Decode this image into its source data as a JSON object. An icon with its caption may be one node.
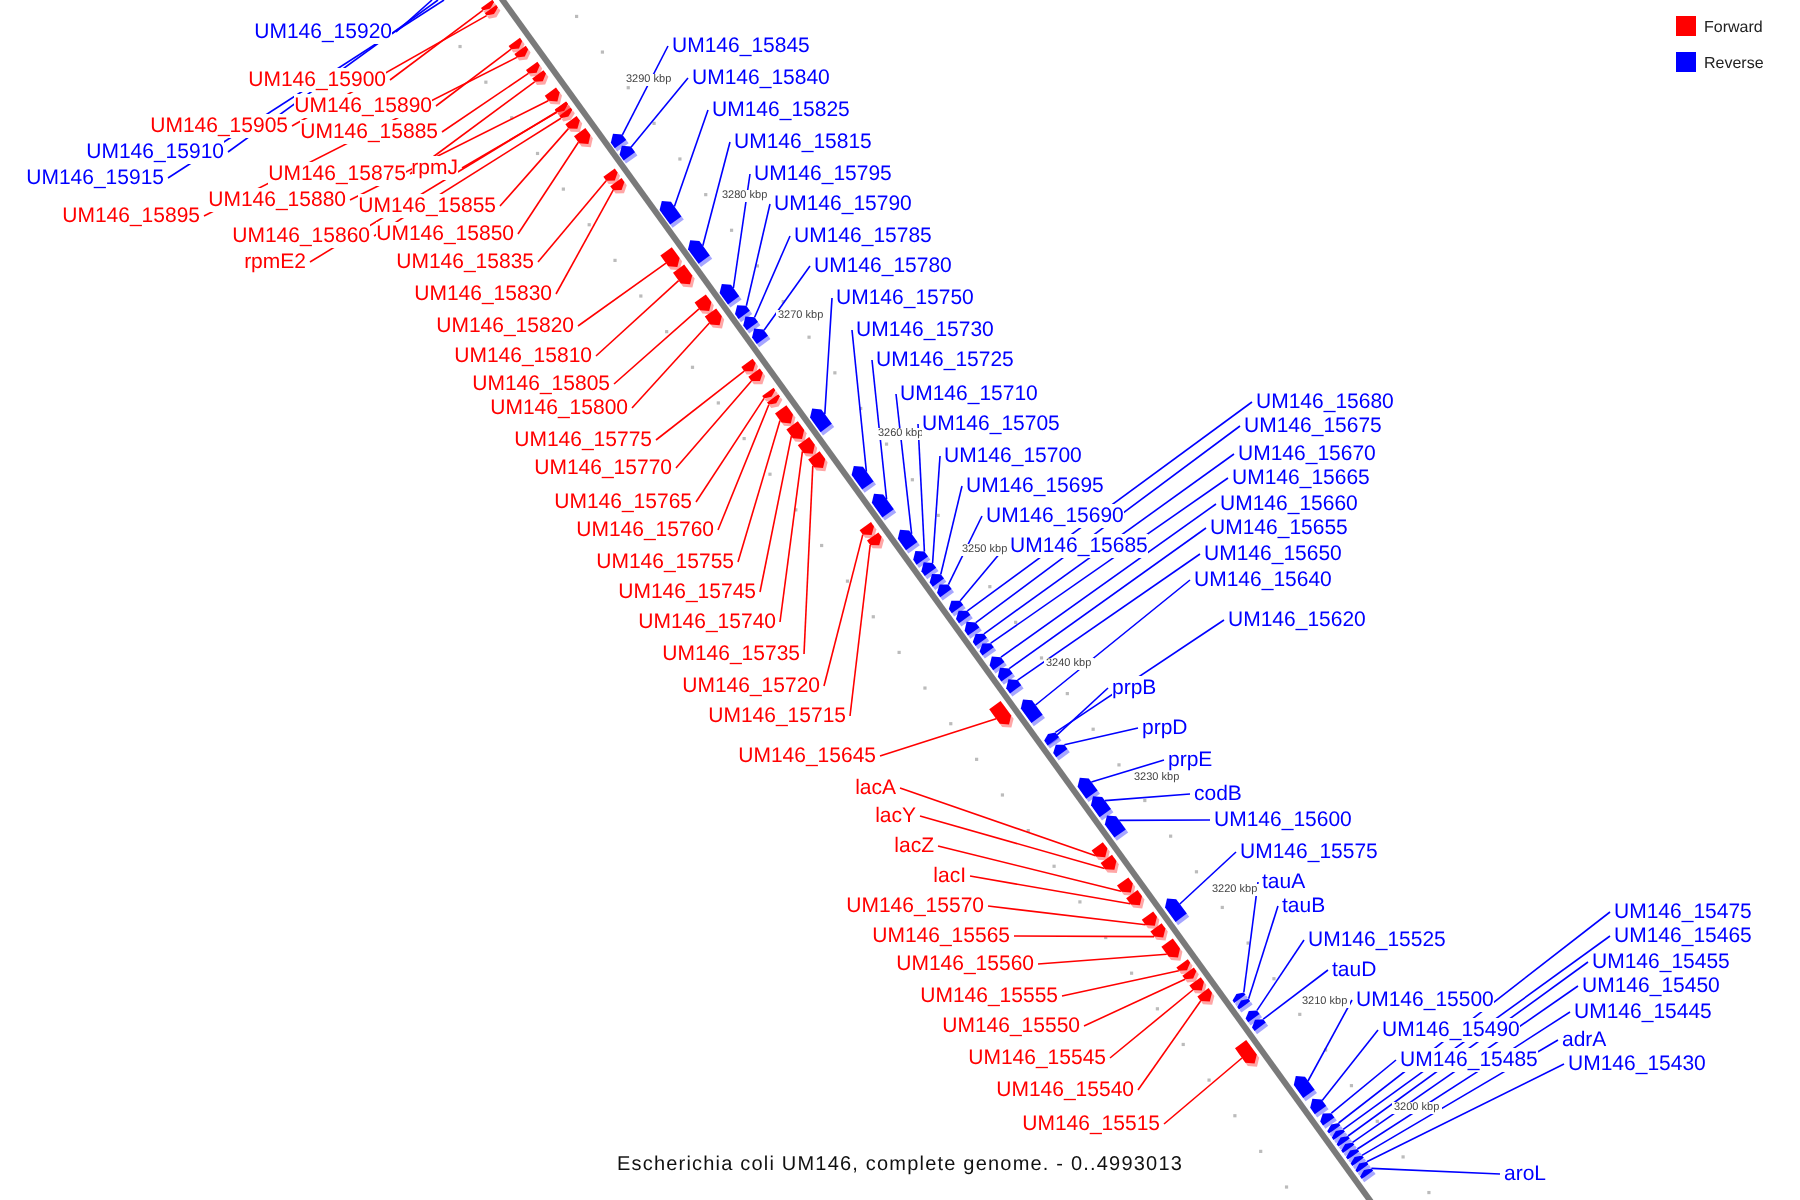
{
  "diagram": {
    "caption": "Escherichia coli UM146, complete genome. - 0..4993013",
    "nodes": [
      {
        "text": [
          "UM146_15920"
        ]
      },
      {
        "text": [
          "UM146_15900"
        ]
      },
      {
        "text": [
          "UM146_15890"
        ]
      },
      {
        "text": [
          "UM146_15905"
        ]
      },
      {
        "text": [
          "UM146_15885"
        ]
      },
      {
        "text": [
          "UM146_15910"
        ]
      },
      {
        "text": [
          "UM146_15915"
        ]
      },
      {
        "text": [
          "UM146_15875"
        ]
      },
      {
        "text": [
          "rpmJ"
        ]
      },
      {
        "text": [
          "UM146_15895"
        ]
      },
      {
        "text": [
          "UM146_15880"
        ]
      },
      {
        "text": [
          "UM146_15855"
        ]
      },
      {
        "text": [
          "UM146_15860"
        ]
      },
      {
        "text": [
          "UM146_15850"
        ]
      },
      {
        "text": [
          "rpmE2"
        ]
      },
      {
        "text": [
          "UM146_15835"
        ]
      },
      {
        "text": [
          "UM146_15830"
        ]
      },
      {
        "text": [
          "UM146_15820"
        ]
      },
      {
        "text": [
          "UM146_15810"
        ]
      },
      {
        "text": [
          "UM146_15805"
        ]
      },
      {
        "text": [
          "UM146_15800"
        ]
      },
      {
        "text": [
          "UM146_15775"
        ]
      },
      {
        "text": [
          "UM146_15770"
        ]
      },
      {
        "text": [
          "UM146_15765"
        ]
      },
      {
        "text": [
          "UM146_15760"
        ]
      },
      {
        "text": [
          "UM146_15755"
        ]
      },
      {
        "text": [
          "UM146_15745"
        ]
      },
      {
        "text": [
          "UM146_15740"
        ]
      },
      {
        "text": [
          "UM146_15735"
        ]
      },
      {
        "text": [
          "UM146_15720"
        ]
      },
      {
        "text": [
          "UM146_15715"
        ]
      },
      {
        "text": [
          "UM146_15645"
        ]
      },
      {
        "text": [
          "lacA"
        ]
      },
      {
        "text": [
          "lacY"
        ]
      },
      {
        "text": [
          "lacZ"
        ]
      },
      {
        "text": [
          "lacI"
        ]
      },
      {
        "text": [
          "UM146_15570"
        ]
      },
      {
        "text": [
          "UM146_15565"
        ]
      },
      {
        "text": [
          "UM146_15560"
        ]
      },
      {
        "text": [
          "UM146_15555"
        ]
      },
      {
        "text": [
          "UM146_15550"
        ]
      },
      {
        "text": [
          "UM146_15545"
        ]
      },
      {
        "text": [
          "UM146_15540"
        ]
      },
      {
        "text": [
          "UM146_15515"
        ]
      },
      {
        "text": [
          "UM146_15845"
        ]
      },
      {
        "text": [
          "UM146_15840"
        ]
      },
      {
        "text": [
          "UM146_15825"
        ]
      },
      {
        "text": [
          "UM146_15815"
        ]
      },
      {
        "text": [
          "UM146_15795"
        ]
      },
      {
        "text": [
          "UM146_15790"
        ]
      },
      {
        "text": [
          "UM146_15785"
        ]
      },
      {
        "text": [
          "UM146_15780"
        ]
      },
      {
        "text": [
          "UM146_15750"
        ]
      },
      {
        "text": [
          "UM146_15730"
        ]
      },
      {
        "text": [
          "UM146_15725"
        ]
      },
      {
        "text": [
          "UM146_15710"
        ]
      },
      {
        "text": [
          "UM146_15705"
        ]
      },
      {
        "text": [
          "UM146_15700"
        ]
      },
      {
        "text": [
          "UM146_15695"
        ]
      },
      {
        "text": [
          "UM146_15690"
        ]
      },
      {
        "text": [
          "UM146_15685"
        ]
      },
      {
        "text": [
          "UM146_15680"
        ]
      },
      {
        "text": [
          "UM146_15675"
        ]
      },
      {
        "text": [
          "UM146_15670"
        ]
      },
      {
        "text": [
          "UM146_15665"
        ]
      },
      {
        "text": [
          "UM146_15660"
        ]
      },
      {
        "text": [
          "UM146_15655"
        ]
      },
      {
        "text": [
          "UM146_15650"
        ]
      },
      {
        "text": [
          "UM146_15640"
        ]
      },
      {
        "text": [
          "UM146_15620"
        ]
      },
      {
        "text": [
          "prpB"
        ]
      },
      {
        "text": [
          "prpD"
        ]
      },
      {
        "text": [
          "prpE"
        ]
      },
      {
        "text": [
          "codB"
        ]
      },
      {
        "text": [
          "UM146_15600"
        ]
      },
      {
        "text": [
          "UM146_15575"
        ]
      },
      {
        "text": [
          "tauA"
        ]
      },
      {
        "text": [
          "tauB"
        ]
      },
      {
        "text": [
          "UM146_15525"
        ]
      },
      {
        "text": [
          "tauD"
        ]
      },
      {
        "text": [
          "UM146_15500"
        ]
      },
      {
        "text": [
          "UM146_15490"
        ]
      },
      {
        "text": [
          "UM146_15485"
        ]
      },
      {
        "text": [
          "UM146_15475"
        ]
      },
      {
        "text": [
          "UM146_15465"
        ]
      },
      {
        "text": [
          "UM146_15455"
        ]
      },
      {
        "text": [
          "UM146_15450"
        ]
      },
      {
        "text": [
          "UM146_15445"
        ]
      },
      {
        "text": [
          "adrA"
        ]
      },
      {
        "text": [
          "UM146_15430"
        ]
      },
      {
        "text": [
          "aroL"
        ]
      },
      {
        "text": [],
        "shape": "box"
      },
      {
        "text": [],
        "shape": "box"
      },
      {
        "text": [],
        "shape": "box"
      },
      {
        "text": [],
        "shape": "box"
      },
      {
        "text": [],
        "shape": "box"
      },
      {
        "text": [],
        "shape": "box"
      },
      {
        "text": [],
        "shape": "box"
      },
      {
        "text": [],
        "shape": "box"
      },
      {
        "text": [],
        "shape": "box"
      },
      {
        "text": [],
        "shape": "box"
      },
      {
        "text": [],
        "shape": "box"
      },
      {
        "text": [],
        "shape": "box"
      },
      {
        "text": [],
        "shape": "box"
      },
      {
        "text": [],
        "shape": "box"
      },
      {
        "text": [],
        "shape": "box"
      },
      {
        "text": [],
        "shape": "box"
      },
      {
        "text": [],
        "shape": "box"
      },
      {
        "text": [],
        "shape": "box"
      },
      {
        "text": [],
        "shape": "box"
      },
      {
        "text": [],
        "shape": "box"
      },
      {
        "text": [],
        "shape": "box"
      },
      {
        "text": [],
        "shape": "box"
      },
      {
        "text": [],
        "shape": "box"
      },
      {
        "text": [],
        "shape": "box"
      },
      {
        "text": [],
        "shape": "box"
      },
      {
        "text": [],
        "shape": "box"
      },
      {
        "text": [],
        "shape": "box"
      },
      {
        "text": [],
        "shape": "box"
      },
      {
        "text": [],
        "shape": "box"
      },
      {
        "text": [],
        "shape": "box"
      },
      {
        "text": [],
        "shape": "box"
      },
      {
        "text": [],
        "shape": "box"
      },
      {
        "text": [],
        "shape": "box"
      },
      {
        "text": [],
        "shape": "box"
      },
      {
        "text": [],
        "shape": "box"
      },
      {
        "text": [],
        "shape": "box"
      },
      {
        "text": [],
        "shape": "box"
      },
      {
        "text": [],
        "shape": "box"
      },
      {
        "text": [],
        "shape": "box"
      },
      {
        "text": [],
        "shape": "box"
      },
      {
        "text": [],
        "shape": "box"
      },
      {
        "text": [],
        "shape": "box"
      },
      {
        "text": [],
        "shape": "box"
      },
      {
        "text": [],
        "shape": "box"
      },
      {
        "text": [],
        "shape": "box"
      },
      {
        "text": [],
        "shape": "box"
      },
      {
        "text": [],
        "shape": "box"
      },
      {
        "text": [],
        "shape": "box"
      },
      {
        "text": [],
        "shape": "box"
      },
      {
        "text": [],
        "shape": "box"
      },
      {
        "text": [],
        "shape": "box"
      },
      {
        "text": [],
        "shape": "box"
      },
      {
        "text": [],
        "shape": "box"
      },
      {
        "text": [],
        "shape": "box"
      },
      {
        "text": [],
        "shape": "box"
      },
      {
        "text": [],
        "shape": "box"
      },
      {
        "text": [],
        "shape": "box"
      },
      {
        "text": [],
        "shape": "box"
      },
      {
        "text": [],
        "shape": "box"
      },
      {
        "text": [],
        "shape": "box"
      },
      {
        "text": [],
        "shape": "box"
      },
      {
        "text": [],
        "shape": "box"
      },
      {
        "text": [],
        "shape": "box"
      },
      {
        "text": [],
        "shape": "box"
      },
      {
        "text": [],
        "shape": "box"
      },
      {
        "text": [],
        "shape": "box"
      },
      {
        "text": [],
        "shape": "box"
      },
      {
        "text": [],
        "shape": "box"
      },
      {
        "text": [],
        "shape": "box"
      },
      {
        "text": [],
        "shape": "box"
      },
      {
        "text": [],
        "shape": "box"
      },
      {
        "text": [],
        "shape": "box"
      },
      {
        "text": [],
        "shape": "box"
      },
      {
        "text": [],
        "shape": "box"
      },
      {
        "text": [],
        "shape": "box"
      },
      {
        "text": [],
        "shape": "box"
      },
      {
        "text": [],
        "shape": "box"
      },
      {
        "text": [],
        "shape": "box"
      },
      {
        "text": [],
        "shape": "box"
      },
      {
        "text": [],
        "shape": "box"
      },
      {
        "text": [],
        "shape": "box"
      },
      {
        "text": [],
        "shape": "box"
      },
      {
        "text": [],
        "shape": "box"
      },
      {
        "text": [],
        "shape": "box"
      },
      {
        "text": [],
        "shape": "box"
      },
      {
        "text": [],
        "shape": "box"
      },
      {
        "text": [],
        "shape": "box"
      },
      {
        "text": [],
        "shape": "box"
      }
    ],
    "edges": [
      {
        "from": 0,
        "to": null,
        "arrow": "none",
        "color": "#0000ff"
      },
      {
        "from": 1,
        "to": 91,
        "arrow": "none",
        "color": "#ff0000"
      },
      {
        "from": 2,
        "to": 92,
        "arrow": "none",
        "color": "#ff0000"
      },
      {
        "from": 3,
        "to": 93,
        "arrow": "none",
        "color": "#ff0000"
      },
      {
        "from": 4,
        "to": 94,
        "arrow": "none",
        "color": "#ff0000"
      },
      {
        "from": 5,
        "to": null,
        "arrow": "none",
        "color": "#0000ff"
      },
      {
        "from": 6,
        "to": null,
        "arrow": "none",
        "color": "#0000ff"
      },
      {
        "from": 7,
        "to": 95,
        "arrow": "none",
        "color": "#ff0000"
      },
      {
        "from": 8,
        "to": 96,
        "arrow": "none",
        "color": "#ff0000"
      },
      {
        "from": 9,
        "to": 97,
        "arrow": "none",
        "color": "#ff0000"
      },
      {
        "from": 10,
        "to": 98,
        "arrow": "none",
        "color": "#ff0000"
      },
      {
        "from": 11,
        "to": 99,
        "arrow": "none",
        "color": "#ff0000"
      },
      {
        "from": 12,
        "to": 100,
        "arrow": "none",
        "color": "#ff0000"
      },
      {
        "from": 13,
        "to": 101,
        "arrow": "none",
        "color": "#ff0000"
      },
      {
        "from": 14,
        "to": 102,
        "arrow": "none",
        "color": "#ff0000"
      },
      {
        "from": 15,
        "to": 103,
        "arrow": "none",
        "color": "#ff0000"
      },
      {
        "from": 16,
        "to": 104,
        "arrow": "none",
        "color": "#ff0000"
      },
      {
        "from": 17,
        "to": 105,
        "arrow": "none",
        "color": "#ff0000"
      },
      {
        "from": 18,
        "to": 106,
        "arrow": "none",
        "color": "#ff0000"
      },
      {
        "from": 19,
        "to": 107,
        "arrow": "none",
        "color": "#ff0000"
      },
      {
        "from": 20,
        "to": 108,
        "arrow": "none",
        "color": "#ff0000"
      },
      {
        "from": 21,
        "to": 109,
        "arrow": "none",
        "color": "#ff0000"
      },
      {
        "from": 22,
        "to": 110,
        "arrow": "none",
        "color": "#ff0000"
      },
      {
        "from": 23,
        "to": 111,
        "arrow": "none",
        "color": "#ff0000"
      },
      {
        "from": 24,
        "to": 112,
        "arrow": "none",
        "color": "#ff0000"
      },
      {
        "from": 25,
        "to": 113,
        "arrow": "none",
        "color": "#ff0000"
      },
      {
        "from": 26,
        "to": 114,
        "arrow": "none",
        "color": "#ff0000"
      },
      {
        "from": 27,
        "to": 115,
        "arrow": "none",
        "color": "#ff0000"
      },
      {
        "from": 28,
        "to": 116,
        "arrow": "none",
        "color": "#ff0000"
      },
      {
        "from": 29,
        "to": 117,
        "arrow": "none",
        "color": "#ff0000"
      },
      {
        "from": 30,
        "to": 118,
        "arrow": "none",
        "color": "#ff0000"
      },
      {
        "from": 31,
        "to": 119,
        "arrow": "none",
        "color": "#ff0000"
      },
      {
        "from": 32,
        "to": 120,
        "arrow": "none",
        "color": "#ff0000"
      },
      {
        "from": 33,
        "to": 121,
        "arrow": "none",
        "color": "#ff0000"
      },
      {
        "from": 34,
        "to": 122,
        "arrow": "none",
        "color": "#ff0000"
      },
      {
        "from": 35,
        "to": 123,
        "arrow": "none",
        "color": "#ff0000"
      },
      {
        "from": 36,
        "to": 124,
        "arrow": "none",
        "color": "#ff0000"
      },
      {
        "from": 37,
        "to": 125,
        "arrow": "none",
        "color": "#ff0000"
      },
      {
        "from": 38,
        "to": 126,
        "arrow": "none",
        "color": "#ff0000"
      },
      {
        "from": 39,
        "to": 127,
        "arrow": "none",
        "color": "#ff0000"
      },
      {
        "from": 40,
        "to": 128,
        "arrow": "none",
        "color": "#ff0000"
      },
      {
        "from": 41,
        "to": 129,
        "arrow": "none",
        "color": "#ff0000"
      },
      {
        "from": 42,
        "to": 130,
        "arrow": "none",
        "color": "#ff0000"
      },
      {
        "from": 43,
        "to": 131,
        "arrow": "none",
        "color": "#ff0000"
      },
      {
        "from": 44,
        "to": 132,
        "arrow": "none",
        "color": "#0000ff"
      },
      {
        "from": 45,
        "to": 133,
        "arrow": "none",
        "color": "#0000ff"
      },
      {
        "from": 46,
        "to": 134,
        "arrow": "none",
        "color": "#0000ff"
      },
      {
        "from": 47,
        "to": 135,
        "arrow": "none",
        "color": "#0000ff"
      },
      {
        "from": 48,
        "to": 136,
        "arrow": "none",
        "color": "#0000ff"
      },
      {
        "from": 49,
        "to": 137,
        "arrow": "none",
        "color": "#0000ff"
      },
      {
        "from": 50,
        "to": 138,
        "arrow": "none",
        "color": "#0000ff"
      },
      {
        "from": 51,
        "to": 139,
        "arrow": "none",
        "color": "#0000ff"
      },
      {
        "from": 52,
        "to": 140,
        "arrow": "none",
        "color": "#0000ff"
      },
      {
        "from": 53,
        "to": 141,
        "arrow": "none",
        "color": "#0000ff"
      },
      {
        "from": 54,
        "to": 142,
        "arrow": "none",
        "color": "#0000ff"
      },
      {
        "from": 55,
        "to": 143,
        "arrow": "none",
        "color": "#0000ff"
      },
      {
        "from": 56,
        "to": 144,
        "arrow": "none",
        "color": "#0000ff"
      },
      {
        "from": 57,
        "to": 145,
        "arrow": "none",
        "color": "#0000ff"
      },
      {
        "from": 58,
        "to": 146,
        "arrow": "none",
        "color": "#0000ff"
      },
      {
        "from": 59,
        "to": 147,
        "arrow": "none",
        "color": "#0000ff"
      },
      {
        "from": 60,
        "to": 148,
        "arrow": "none",
        "color": "#0000ff"
      },
      {
        "from": 61,
        "to": 149,
        "arrow": "none",
        "color": "#0000ff"
      },
      {
        "from": 62,
        "to": 150,
        "arrow": "none",
        "color": "#0000ff"
      },
      {
        "from": 63,
        "to": 151,
        "arrow": "none",
        "color": "#0000ff"
      },
      {
        "from": 64,
        "to": 152,
        "arrow": "none",
        "color": "#0000ff"
      },
      {
        "from": 65,
        "to": 153,
        "arrow": "none",
        "color": "#0000ff"
      },
      {
        "from": 66,
        "to": 154,
        "arrow": "none",
        "color": "#0000ff"
      },
      {
        "from": 67,
        "to": 155,
        "arrow": "none",
        "color": "#0000ff"
      },
      {
        "from": 68,
        "to": 156,
        "arrow": "none",
        "color": "#0000ff"
      },
      {
        "from": 69,
        "to": 157,
        "arrow": "none",
        "color": "#0000ff"
      },
      {
        "from": 70,
        "to": 158,
        "arrow": "none",
        "color": "#0000ff"
      },
      {
        "from": 71,
        "to": 159,
        "arrow": "none",
        "color": "#0000ff"
      },
      {
        "from": 72,
        "to": 160,
        "arrow": "none",
        "color": "#0000ff"
      },
      {
        "from": 73,
        "to": 161,
        "arrow": "none",
        "color": "#0000ff"
      },
      {
        "from": 74,
        "to": 162,
        "arrow": "none",
        "color": "#0000ff"
      },
      {
        "from": 75,
        "to": 163,
        "arrow": "none",
        "color": "#0000ff"
      },
      {
        "from": 76,
        "to": 164,
        "arrow": "none",
        "color": "#0000ff"
      },
      {
        "from": 77,
        "to": 165,
        "arrow": "none",
        "color": "#0000ff"
      },
      {
        "from": 78,
        "to": 166,
        "arrow": "none",
        "color": "#0000ff"
      },
      {
        "from": 79,
        "to": 167,
        "arrow": "none",
        "color": "#0000ff"
      },
      {
        "from": 80,
        "to": 168,
        "arrow": "none",
        "color": "#0000ff"
      },
      {
        "from": 81,
        "to": 169,
        "arrow": "none",
        "color": "#0000ff"
      },
      {
        "from": 82,
        "to": 170,
        "arrow": "none",
        "color": "#0000ff"
      },
      {
        "from": 83,
        "to": 171,
        "arrow": "none",
        "color": "#0000ff"
      },
      {
        "from": 84,
        "to": 172,
        "arrow": "none",
        "color": "#0000ff"
      },
      {
        "from": 85,
        "to": 173,
        "arrow": "none",
        "color": "#0000ff"
      },
      {
        "from": 86,
        "to": 174,
        "arrow": "none",
        "color": "#0000ff"
      },
      {
        "from": 87,
        "to": 175,
        "arrow": "none",
        "color": "#0000ff"
      },
      {
        "from": 88,
        "to": 176,
        "arrow": "none",
        "color": "#0000ff"
      },
      {
        "from": 89,
        "to": 177,
        "arrow": "none",
        "color": "#0000ff"
      },
      {
        "from": 90,
        "to": 178,
        "arrow": "none",
        "color": "#0000ff"
      }
    ],
    "labels": [
      "3290 kbp",
      "3280 kbp",
      "3270 kbp",
      "3260 kbp",
      "3250 kbp",
      "3240 kbp",
      "3230 kbp",
      "3220 kbp",
      "3210 kbp",
      "3200 kbp"
    ],
    "legend": [
      {
        "text": "Forward",
        "color": "#ff0000"
      },
      {
        "text": "Reverse",
        "color": "#0000ff"
      }
    ]
  }
}
